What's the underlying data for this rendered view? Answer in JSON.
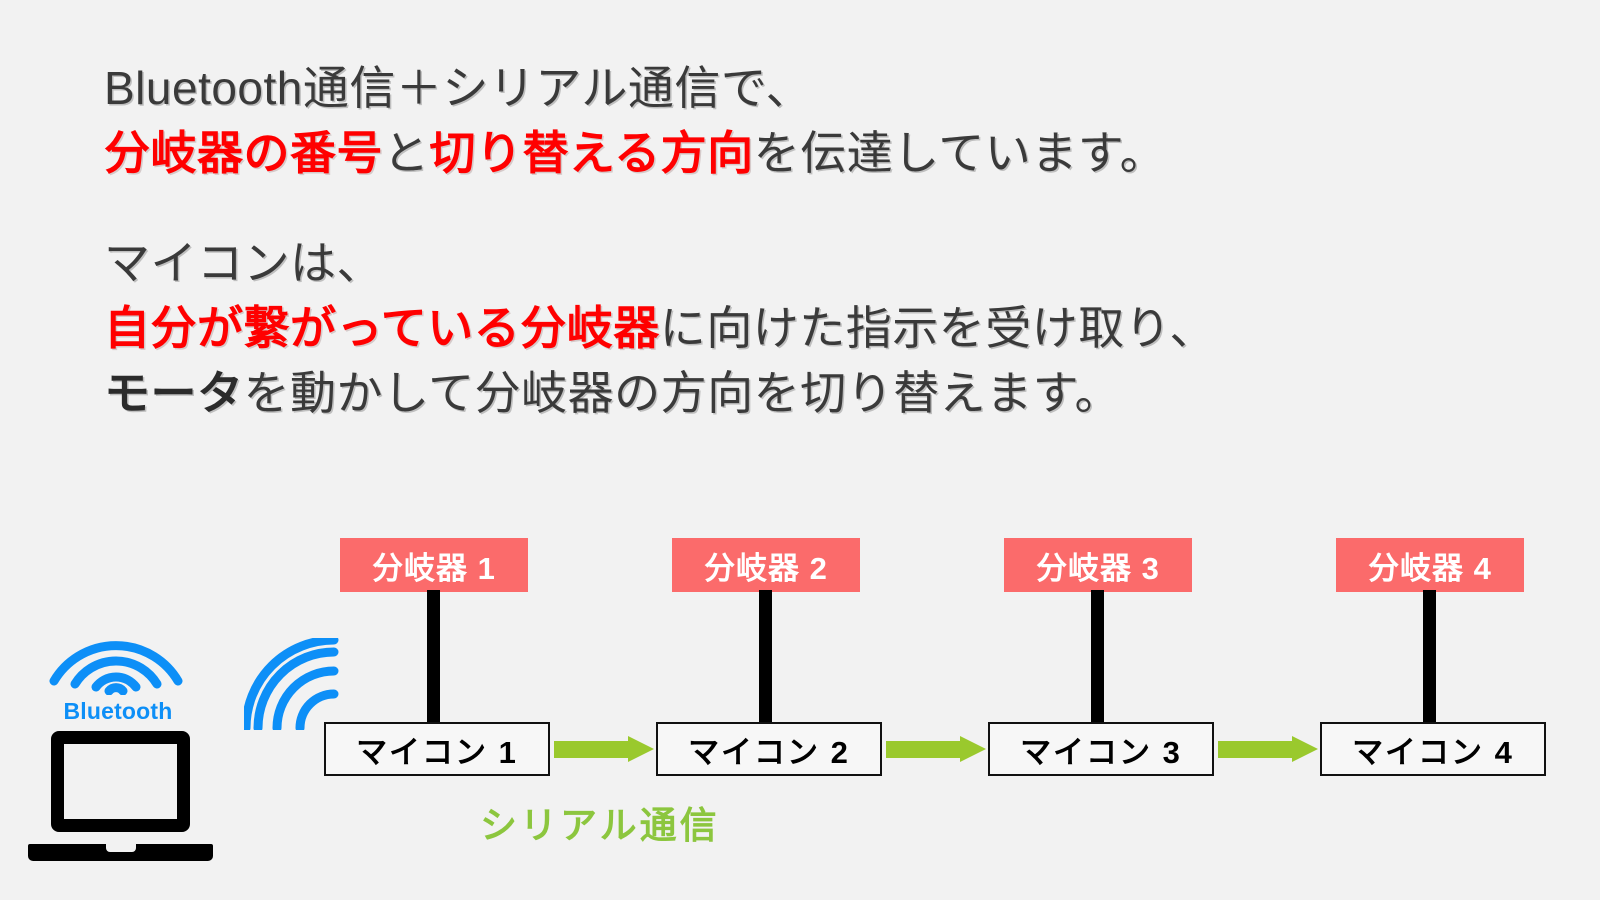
{
  "page": {
    "background_color": "#f2f2f2",
    "body_text_color": "#3a3a3a",
    "highlight_color": "#ff0000",
    "switch_box_color": "#fb6b6b",
    "arrow_color": "#9ac92d",
    "serial_label_color": "#8cc63e",
    "bluetooth_color": "#0d8ff7"
  },
  "paragraph1": {
    "line1": {
      "plain1": "Bluetooth通信＋シリアル通信で、"
    },
    "line2": {
      "hl1": "分岐器の番号",
      "plain1": "と",
      "hl2": "切り替える方向",
      "plain2": "を伝達しています。"
    }
  },
  "paragraph2": {
    "line1": {
      "plain1": "マイコンは、"
    },
    "line2": {
      "hl1": "自分が繋がっている分岐器",
      "plain1": "に向けた指示を受け取り、"
    },
    "line3": {
      "strong1": "モータ",
      "plain1": "を動かして分岐器の方向を切り替えます。"
    }
  },
  "diagram": {
    "bluetooth": {
      "label": "Bluetooth",
      "waves_icon": "wifi-waves-icon",
      "device_icon": "laptop-icon",
      "receive_waves_icon": "wifi-waves-rotated-icon"
    },
    "serial_label": "シリアル通信",
    "columns": [
      {
        "switch": "分岐器 1",
        "controller": "マイコン 1"
      },
      {
        "switch": "分岐器 2",
        "controller": "マイコン 2"
      },
      {
        "switch": "分岐器 3",
        "controller": "マイコン 3"
      },
      {
        "switch": "分岐器 4",
        "controller": "マイコン 4"
      }
    ],
    "arrows": [
      {
        "name": "serial-arrow-1-to-2"
      },
      {
        "name": "serial-arrow-2-to-3"
      },
      {
        "name": "serial-arrow-3-to-4"
      }
    ]
  }
}
